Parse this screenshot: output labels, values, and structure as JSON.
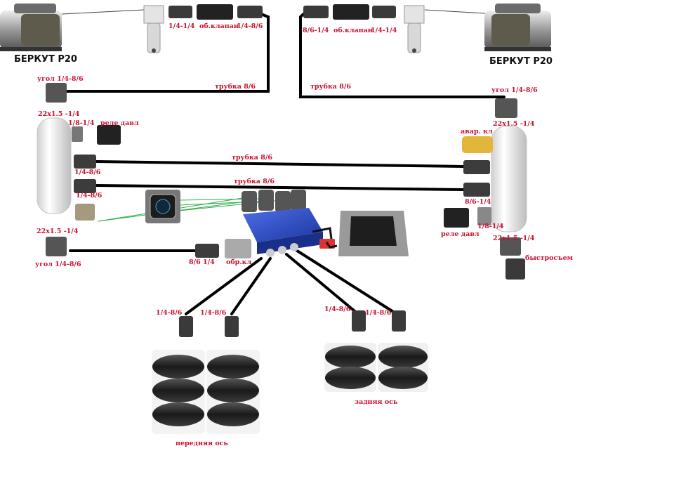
{
  "titles": {
    "compressor_left": "БЕРКУТ Р20",
    "compressor_right": "БЕРКУТ Р20"
  },
  "labels": {
    "top_left_fit1": "1/4-1/4",
    "top_left_valve": "об.клапан",
    "top_left_fit2": "1/4-8/6",
    "top_right_fit1": "8/6-1/4",
    "top_right_valve": "об.клапан",
    "top_right_fit2": "1/4-1/4",
    "pipe_top_left": "трубка 8/6",
    "pipe_top_right": "трубка 8/6",
    "pipe_mid1": "трубка 8/6",
    "pipe_mid2": "трубка 8/6",
    "angle_tl": "угол 1/4-8/6",
    "port_tl": "22х1.5 -1/4",
    "fit_18_14": "1/8-1/4",
    "relay_left": "реле давл",
    "fit_l1": "1/4-8/6",
    "fit_l2": "1/4-8/6",
    "port_bl": "22х1.5 -1/4",
    "angle_bl": "угол 1/4-8/6",
    "fit_86_14": "8/6 1/4",
    "return_valve": "обр.кл",
    "angle_tr": "угол 1/4-8/6",
    "port_tr": "22х1.5 -1/4",
    "emergency_valve": "авар. кл",
    "fit_r1": "8/6-1/4",
    "relay_right": "реле давл",
    "fit_r2": "1/8-1/4",
    "port_br": "22х1.5 -1/4",
    "quick_release": "быстросъем",
    "front_fit1": "1/4-8/6",
    "front_fit2": "1/4-8/6",
    "rear_fit1": "1/4-8/6",
    "rear_fit2": "1/4-8/6",
    "front_axle": "передняя ось",
    "rear_axle": "задняя ось"
  },
  "colors": {
    "label": "#c8102e",
    "pipe": "#000000",
    "wire": "#2fae4a",
    "block": "#2d4fc8"
  }
}
